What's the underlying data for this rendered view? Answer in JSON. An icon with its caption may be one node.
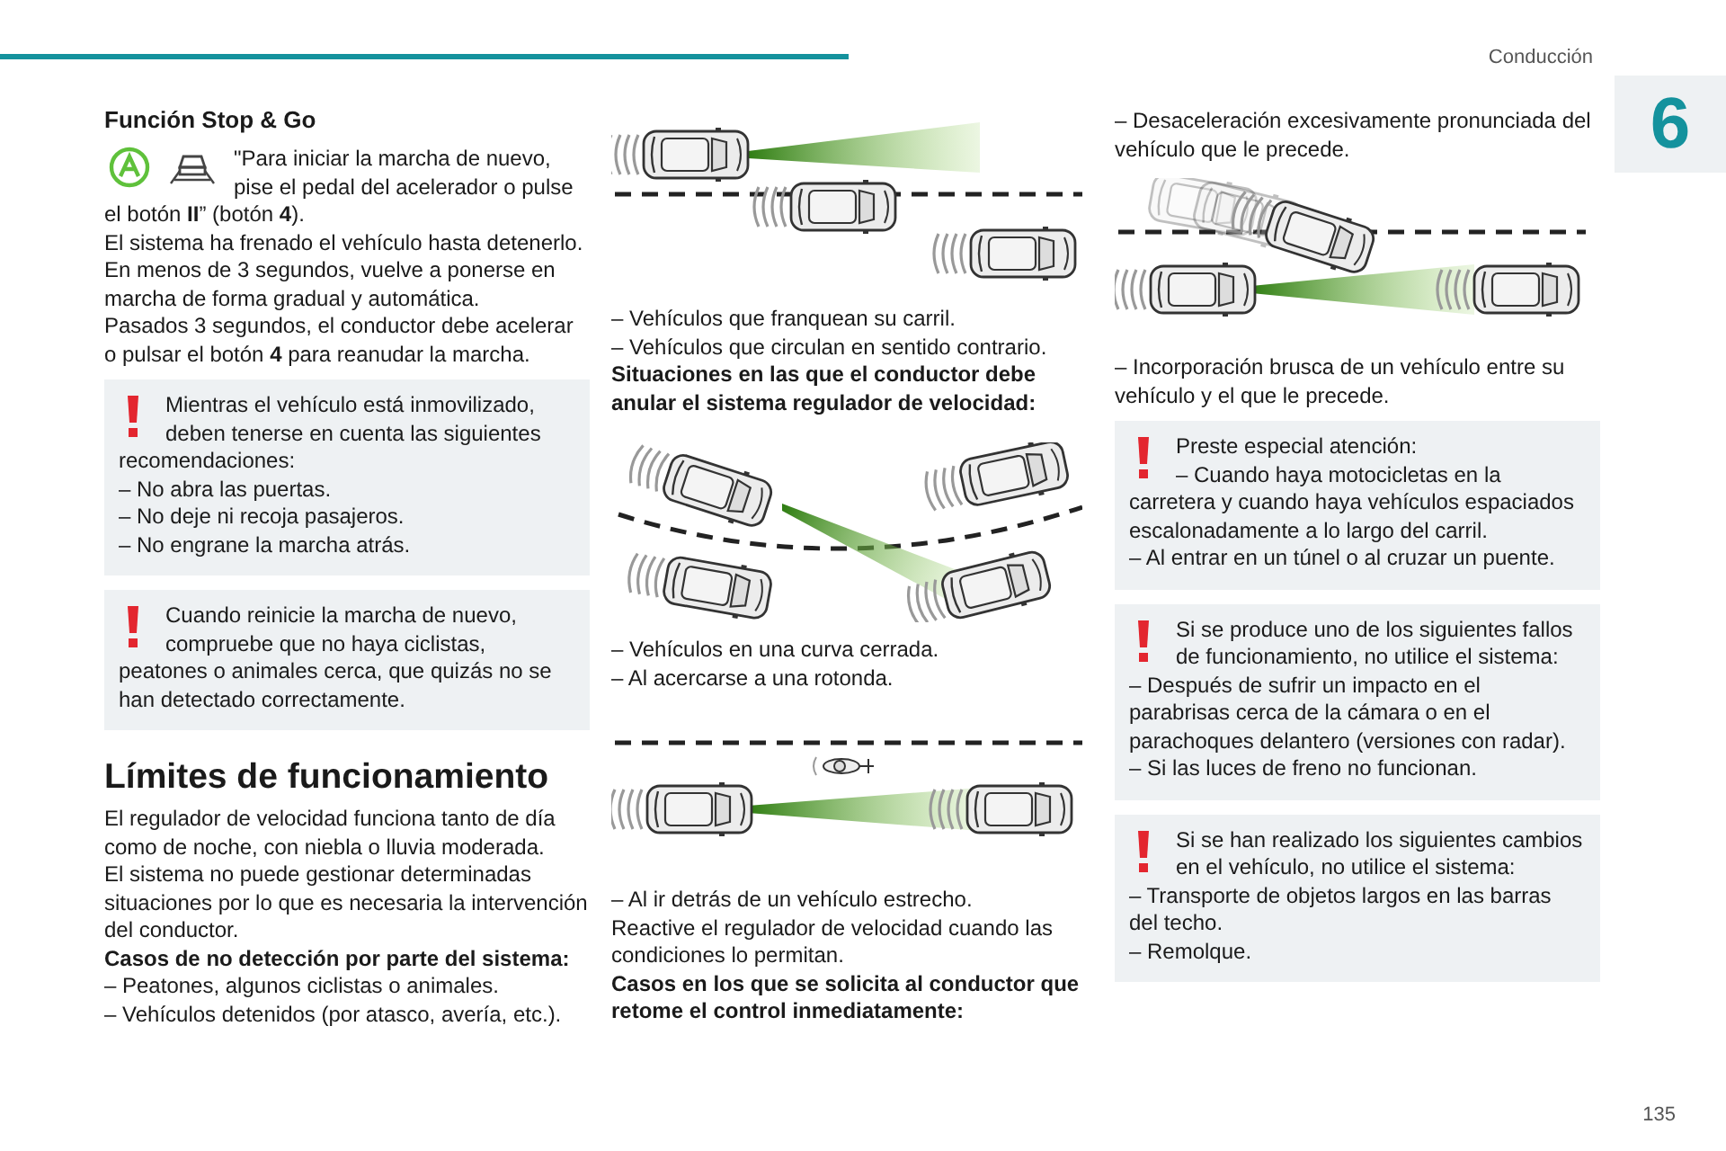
{
  "diagram": {
    "nodes": [
      {
        "text": [
          "Mientras el vehículo está inmovilizado, deben tenerse en cuenta las siguientes recomendaciones:",
          "– No abra las puertas.",
          "– No deje ni recoja pasajeros.",
          "– No engrane la marcha atrás."
        ]
      },
      {
        "text": [
          "Cuando reinicie la marcha de nuevo, compruebe que no haya ciclistas, peatones o animales cerca, que quizás no se han detectado correctamente."
        ]
      },
      {
        "text": [
          "Preste especial atención:",
          "– Cuando haya motocicletas en la carretera y cuando haya vehículos espaciados escalonadamente a lo largo del carril.",
          "– Al entrar en un túnel o al cruzar un puente."
        ]
      },
      {
        "text": [
          "Si se produce uno de los siguientes fallos de funcionamiento, no utilice el sistema:",
          "– Después de sufrir un impacto en el parabrisas cerca de la cámara o en el parachoques delantero (versiones con radar).",
          "– Si las luces de freno no funcionan."
        ]
      },
      {
        "text": [
          "Si se han realizado los siguientes cambios en el vehículo, no utilice el sistema:",
          "– Transporte de objetos largos en las barras del techo.",
          "– Remolque."
        ]
      }
    ],
    "labels": [
      "Conducción",
      "6",
      "Función Stop & Go",
      "\"Para iniciar la marcha de nuevo, pise el pedal del acelerador o pulse el botón **II**” (botón **4**).",
      "El sistema ha frenado el vehículo hasta detenerlo.",
      "En menos de 3 segundos, vuelve a ponerse en marcha de forma gradual y automática.",
      "Pasados 3 segundos, el conductor debe acelerar o pulsar el botón **4** para reanudar la marcha.",
      "Límites de funcionamiento",
      "El regulador de velocidad funciona tanto de día como de noche, con niebla o lluvia moderada.",
      "El sistema no puede gestionar determinadas situaciones por lo que es necesaria la intervención del conductor.",
      "Casos de no detección por parte del sistema:",
      "– Peatones, algunos ciclistas o animales.",
      "– Vehículos detenidos (por atasco, avería, etc.).",
      "– Vehículos que franquean su carril.",
      "– Vehículos que circulan en sentido contrario.",
      "Situaciones en las que el conductor debe anular el sistema regulador de velocidad:",
      "– Vehículos en una curva cerrada.",
      "– Al acercarse a una rotonda.",
      "– Al ir detrás de un vehículo estrecho.",
      "Reactive el regulador de velocidad cuando las condiciones lo permitan.",
      "Casos en los que se solicita al conductor que retome el control inmediatamente:",
      "– Desaceleración excesivamente pronunciada del vehículo que le precede.",
      "– Incorporación brusca de un vehículo entre su vehículo y el que le precede.",
      "135"
    ]
  }
}
